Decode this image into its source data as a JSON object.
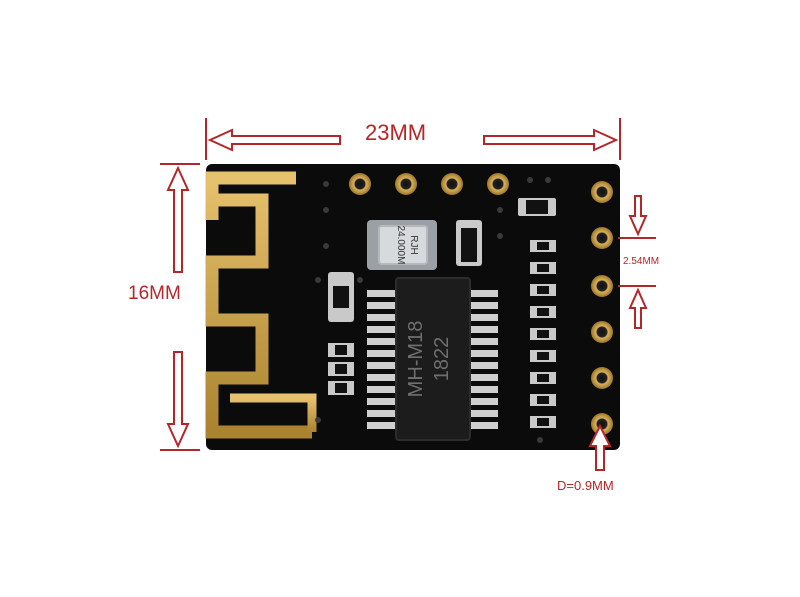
{
  "labels": {
    "width": "23MM",
    "height": "16MM",
    "pitch": "2.54MM",
    "hole": "D=0.9MM"
  },
  "chips": {
    "main_line1": "MH-M18",
    "main_line2": "1822",
    "crystal_line1": "24.000M",
    "crystal_line2": "RJH"
  },
  "colors": {
    "pcb": "#0b0b0b",
    "gold": "#c9a14a",
    "annotation": "#b3262a"
  }
}
